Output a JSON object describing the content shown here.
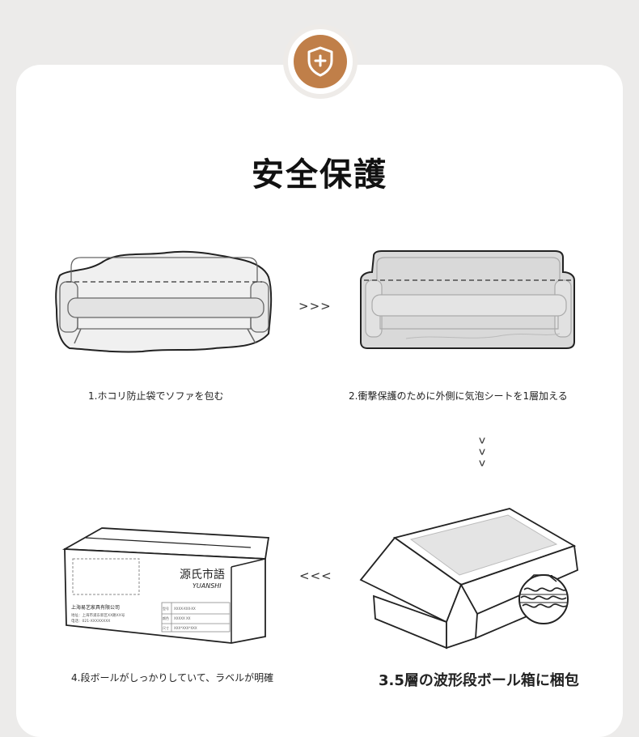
{
  "title": "安全保護",
  "arrows": {
    "right": ">>>",
    "left": "<<<",
    "down": [
      "v",
      "v",
      "v"
    ]
  },
  "steps": [
    {
      "caption": "1.ホコリ防止袋でソファを包む"
    },
    {
      "caption": "2.衝撃保護のために外側に気泡シートを1層加える"
    },
    {
      "caption": "3.5層の波形段ボール箱に梱包"
    },
    {
      "caption": "4.段ボールがしっかりしていて、ラベルが明確"
    }
  ],
  "box_label": {
    "brand": "源氏市語",
    "brand_sub": "YUANSHI",
    "company": "上海易艺家具有限公司",
    "address": "地址：上海市浦东新区XX路XX号",
    "phone": "电话：021-XXXXXXXX",
    "row_labels": [
      "型号",
      "颜色",
      "尺寸"
    ],
    "row_values": [
      "XXXX-XXX-XX",
      "XXXXX XX",
      "XXX*XXX*XXX"
    ]
  },
  "colors": {
    "accent": "#c07f49",
    "background": "#ecebea",
    "card": "#ffffff"
  },
  "icons": {
    "badge": "shield-plus-icon"
  }
}
